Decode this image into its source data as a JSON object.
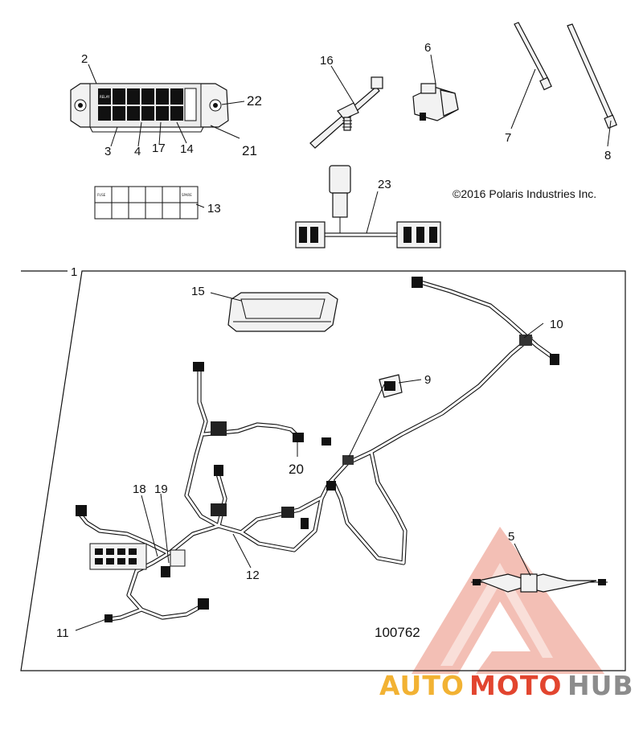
{
  "diagram": {
    "copyright": "©2016 Polaris Industries Inc.",
    "drawing_number": "100762",
    "callouts": {
      "c1": "1",
      "c2": "2",
      "c3": "3",
      "c4": "4",
      "c5": "5",
      "c6": "6",
      "c7": "7",
      "c8": "8",
      "c9": "9",
      "c10": "10",
      "c11": "11",
      "c12": "12",
      "c13": "13",
      "c14": "14",
      "c15": "15",
      "c16": "16",
      "c17": "17",
      "c18": "18",
      "c19": "19",
      "c20": "20",
      "c21": "21",
      "c22": "22",
      "c23": "23"
    },
    "relay_label": "RELAY",
    "fuse_label_a": "FUSE",
    "fuse_label_b": "SPARE"
  },
  "watermark": {
    "part1": "AUTO",
    "part2": "MOTO",
    "part3": "HUB",
    "color_orange": "#f2b233",
    "color_red": "#e2452f",
    "color_gray": "#8c8c8c",
    "color_triangle": "#ea8a7a"
  }
}
